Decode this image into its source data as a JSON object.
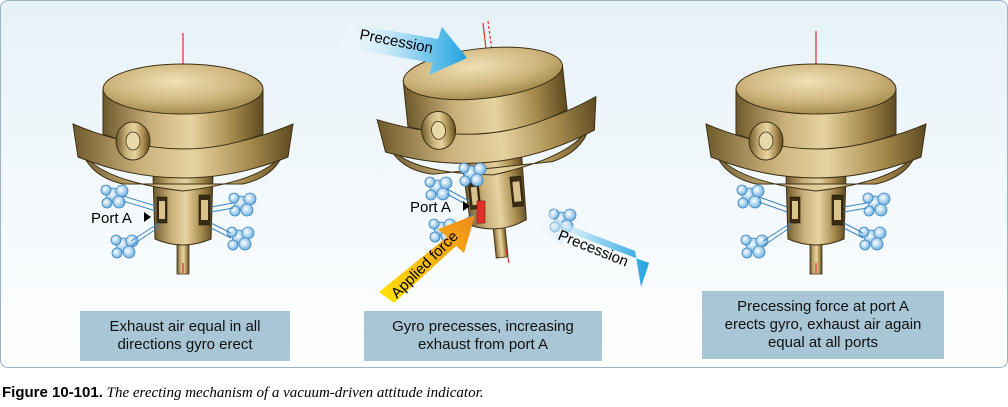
{
  "labels": {
    "port_a_1": "Port A",
    "port_a_2": "Port A",
    "precession_top": "Precession",
    "precession_right": "Precession",
    "applied_force": "Applied force"
  },
  "captions": {
    "left": [
      "Exhaust air equal in all",
      "directions gyro erect"
    ],
    "middle": [
      "Gyro precesses, increasing",
      "exhaust from port A"
    ],
    "right": [
      "Precessing force at port A",
      "erects gyro, exhaust air again",
      "equal at all ports"
    ]
  },
  "figure": {
    "label": "Figure 10-101.",
    "text": " The erecting mechanism of a vacuum-driven attitude indicator."
  },
  "colors": {
    "brass": "#c7ad6e",
    "caption_box": "#a9c6d6",
    "arrow_blue": "#2aa6e0",
    "arrow_orange": "#f39a1e",
    "axis_red": "#e0302a"
  }
}
